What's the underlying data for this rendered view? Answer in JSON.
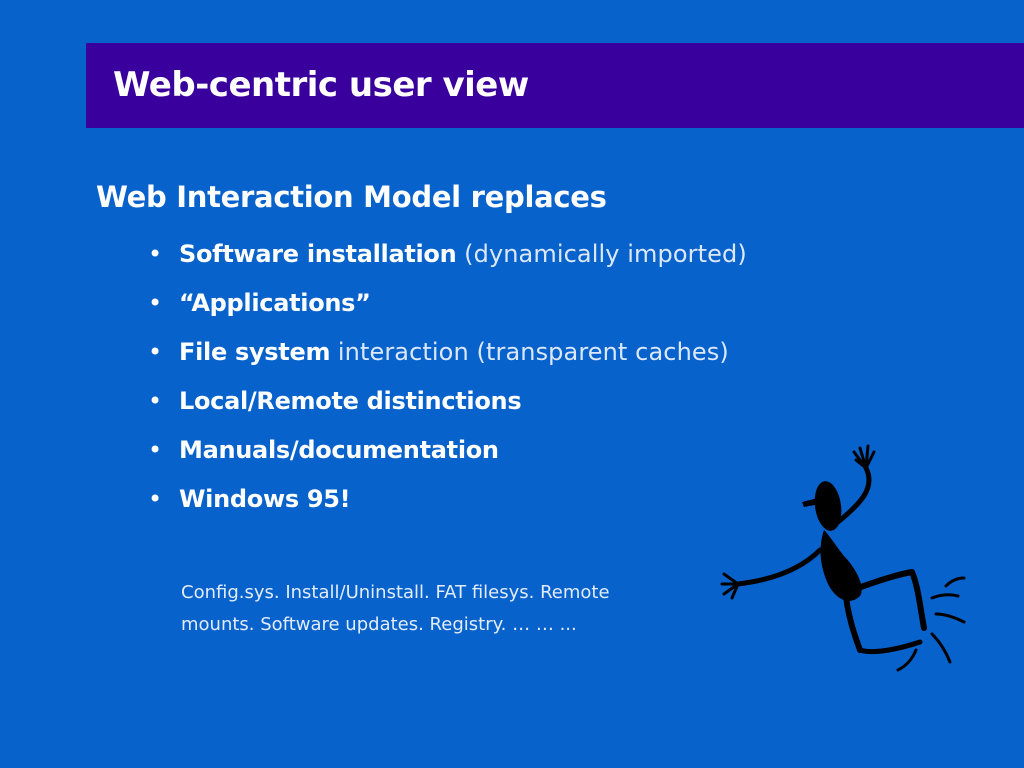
{
  "slide": {
    "title": "Web-centric user view",
    "heading": "Web Interaction Model replaces",
    "bullets": [
      {
        "bold": "Software installation",
        "rest": " (dynamically imported)"
      },
      {
        "bold": "“Applications”",
        "rest": ""
      },
      {
        "bold": "File system",
        "rest": " interaction (transparent caches)"
      },
      {
        "bold": "Local/Remote distinctions",
        "rest": ""
      },
      {
        "bold": "Manuals/documentation",
        "rest": ""
      },
      {
        "bold": "Windows 95!",
        "rest": ""
      }
    ],
    "footnote": {
      "line1": "Config.sys.  Install/Uninstall.  FAT filesys.  Remote",
      "line2": "mounts.  Software updates.  Registry. … … ..."
    },
    "bullet_glyph": "•",
    "colors": {
      "background": "#0862CB",
      "title_bar": "#3A009E",
      "text": "#ffffff"
    },
    "clipart": "jumping-stick-figure"
  }
}
